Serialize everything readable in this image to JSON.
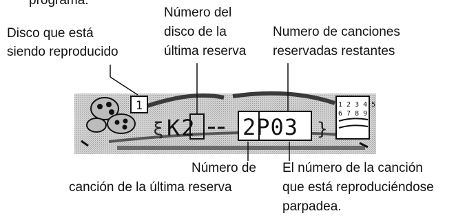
{
  "labels": {
    "top_cut": "programa.",
    "disc_playing": [
      "Disco que está",
      "siendo reproducido"
    ],
    "last_reserve_disc": [
      "Número del",
      "disco de la",
      "última reserva"
    ],
    "remaining_songs": [
      "Numero de canciones",
      "reservadas restantes"
    ],
    "last_reserve_song": [
      "Número de",
      "canción de la última reserva"
    ],
    "song_blinks": [
      "El número de la canción",
      "que está reproduciéndose",
      "parpadea."
    ]
  },
  "display": {
    "disc_number": "1",
    "left_segment": "K2",
    "right_segment": "2P03",
    "grid_row1": "1 2 3 4 5",
    "grid_row2": "6 7 8 9"
  },
  "colors": {
    "panel": "#c9c9c9",
    "panel_dark": "#5a5a5a",
    "ink": "#111111"
  }
}
